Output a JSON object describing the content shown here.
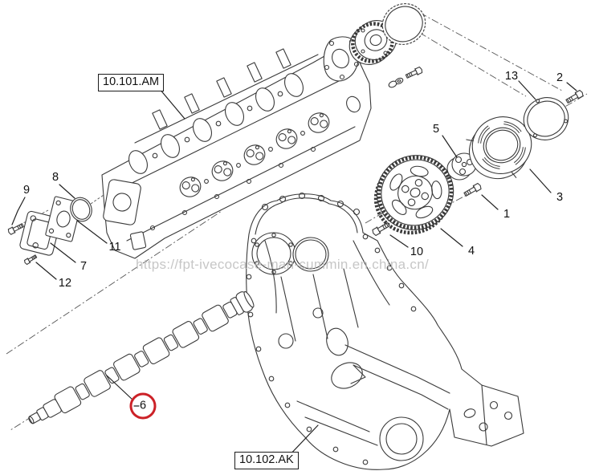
{
  "diagram": {
    "kind": "exploded-parts-drawing",
    "colors": {
      "line": "#3a3a3a",
      "highlight": "#cc2127",
      "watermark": "#b9b9b9",
      "background": "#ffffff"
    },
    "watermark": "https://fpt-ivecocase-man-cummin.en.china.cn/",
    "ref_boxes": [
      {
        "code": "10.101.AM"
      },
      {
        "code": "10.102.AK"
      }
    ],
    "callouts": [
      {
        "num": "1",
        "highlight": false
      },
      {
        "num": "2",
        "highlight": false
      },
      {
        "num": "3",
        "highlight": false
      },
      {
        "num": "4",
        "highlight": false
      },
      {
        "num": "5",
        "highlight": false
      },
      {
        "num": "6",
        "highlight": true
      },
      {
        "num": "7",
        "highlight": false
      },
      {
        "num": "8",
        "highlight": false
      },
      {
        "num": "9",
        "highlight": false
      },
      {
        "num": "10",
        "highlight": false
      },
      {
        "num": "11",
        "highlight": false
      },
      {
        "num": "12",
        "highlight": false
      },
      {
        "num": "13",
        "highlight": false
      }
    ]
  }
}
